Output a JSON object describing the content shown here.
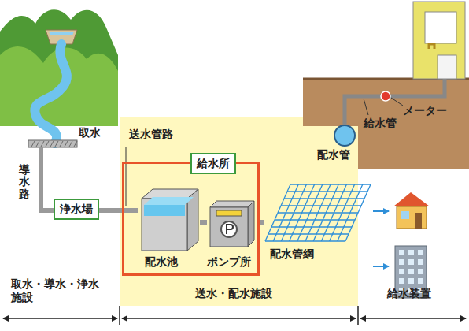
{
  "diagram": {
    "nodes": [
      {
        "text": [
          "浄水場"
        ]
      },
      {
        "text": [
          "給水所"
        ]
      },
      {
        "text": [
          "配水池"
        ],
        "in": 1
      },
      {
        "text": [
          "ポンプ所"
        ],
        "in": 1
      },
      {
        "text": [
          "配水管網"
        ]
      },
      {
        "text": [
          "配水管"
        ]
      }
    ],
    "edges": [
      {
        "from": 0,
        "to": 2,
        "arrow": "none"
      },
      {
        "from": 2,
        "to": 3,
        "arrow": "none"
      },
      {
        "from": 3,
        "to": 4,
        "arrow": "none"
      }
    ],
    "labels": [
      "取水",
      "導水路",
      "送水管路",
      "メーター",
      "給水管",
      "取水・導水・浄水施設",
      "送水・配水施設",
      "給水装置"
    ]
  }
}
